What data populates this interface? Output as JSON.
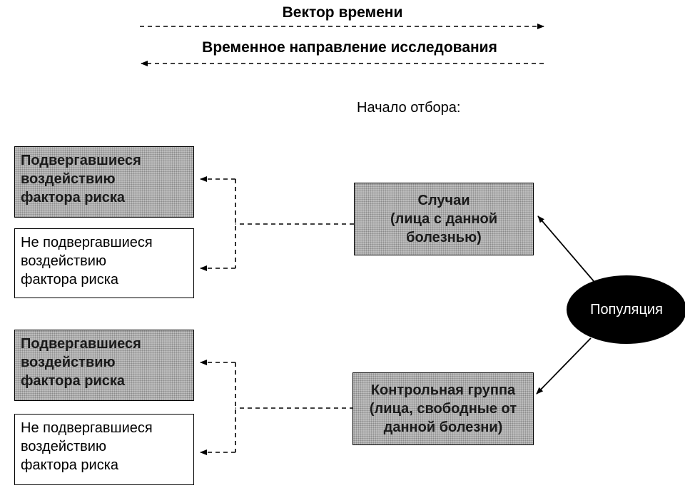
{
  "header": {
    "time_vector": "Вектор времени",
    "study_direction": "Временное направление исследования",
    "selection_start": "Начало отбора:"
  },
  "exposure_groups": [
    {
      "kind": "exposed",
      "lines": [
        "Подвергавшиеся",
        "воздействию",
        "фактора риска"
      ]
    },
    {
      "kind": "not_exposed",
      "lines": [
        "Не подвергавшиеся",
        "воздействию",
        "фактора риска"
      ]
    },
    {
      "kind": "exposed",
      "lines": [
        "Подвергавшиеся",
        "воздействию",
        "фактора риска"
      ]
    },
    {
      "kind": "not_exposed",
      "lines": [
        "Не подвергавшиеся",
        "воздействию",
        "фактора риска"
      ]
    }
  ],
  "cases_box": {
    "lines": [
      "Случаи",
      "(лица с данной",
      "болезнью)"
    ]
  },
  "control_box": {
    "lines": [
      "Контрольная группа",
      "(лица, свободные от",
      "данной болезни)"
    ]
  },
  "population": {
    "label": "Популяция"
  },
  "colors": {
    "shaded_box": "#bdbdbd",
    "ellipse": "#000000",
    "ellipse_text": "#ffffff"
  }
}
